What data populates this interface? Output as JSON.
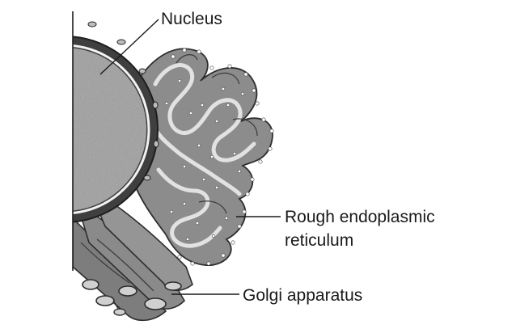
{
  "labels": {
    "nucleus": "Nucleus",
    "rough_er_line1": "Rough endoplasmic",
    "rough_er_line2": "reticulum",
    "golgi": "Golgi apparatus"
  },
  "colors": {
    "nucleoplasm": "#9a9a9a",
    "envelope": "#4a4a4a",
    "membrane_fill": "#8c8c8c",
    "membrane_dark": "#3a3a3a",
    "lumen": "#d8d8d8",
    "ribosome": "#ffffff",
    "text": "#1a1a1a"
  }
}
